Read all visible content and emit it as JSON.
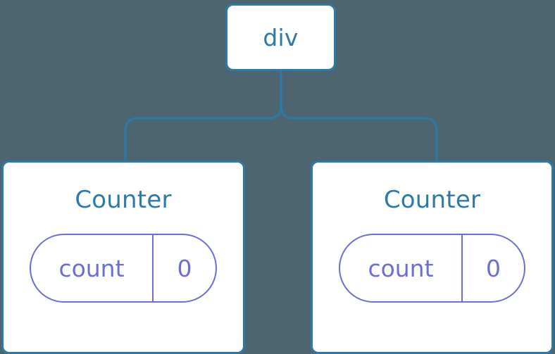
{
  "canvas": {
    "background_color": "#4c6570",
    "node_border_color": "#2d7aa8",
    "node_fill_color": "#ffffff",
    "node_text_color": "#2d7aa8",
    "state_accent_color": "#6a6ed8",
    "connector_color": "#2d7aa8"
  },
  "tree": {
    "root": {
      "label": "div"
    },
    "children": [
      {
        "title": "Counter",
        "state": {
          "key": "count",
          "value": "0"
        }
      },
      {
        "title": "Counter",
        "state": {
          "key": "count",
          "value": "0"
        }
      }
    ]
  }
}
